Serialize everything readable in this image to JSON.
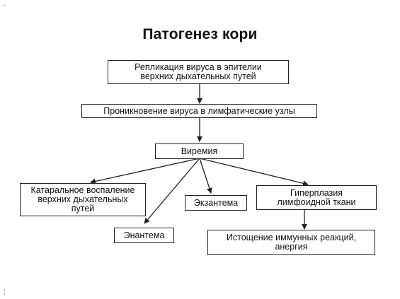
{
  "title": "Патогенез кори",
  "boxes": {
    "replication": "Репликация вируса в эпителии\nверхних дыхательных путей",
    "penetration": "Проникновение вируса в лимфатические узлы",
    "viremia": "Виремия",
    "catarrh": "Катаральное воспаление\nверхних дыхательных\nпутей",
    "exanthema": "Экзантема",
    "hyperplasia": "Гиперплазия\nлимфоидной  ткани",
    "enanthema": "Энантема",
    "exhaustion": "Истощение иммунных реакций,\nанергия"
  },
  "colors": {
    "line": "#222222",
    "border": "#222222",
    "background": "#ffffff"
  }
}
